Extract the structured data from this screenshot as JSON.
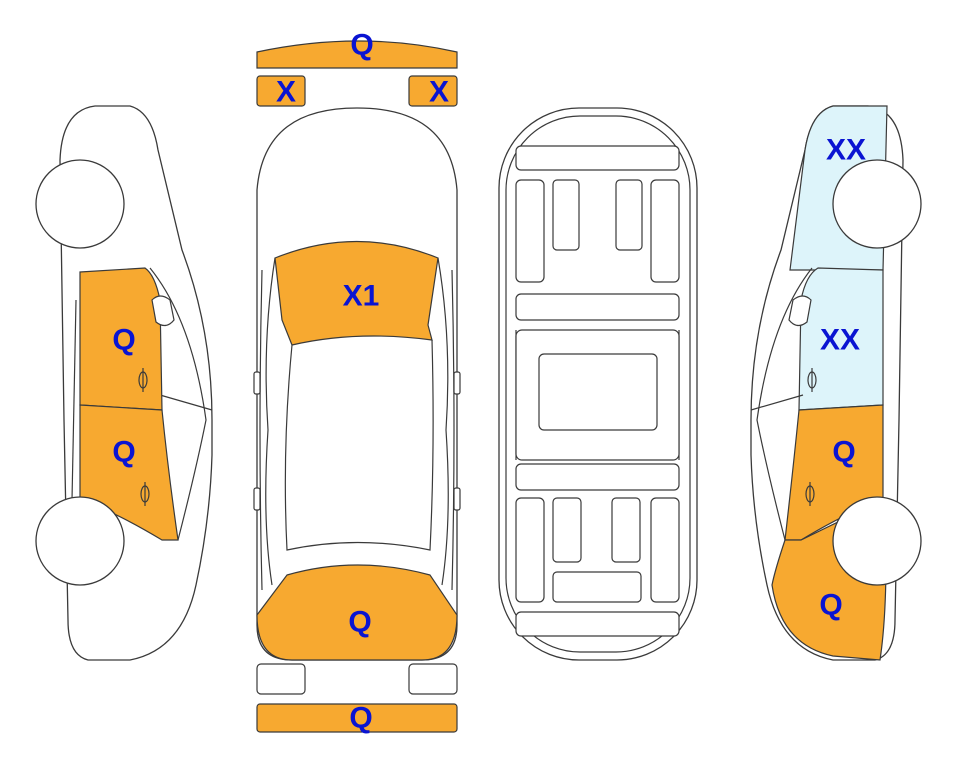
{
  "colors": {
    "damage_orange": "#F7A930",
    "light_blue": "#DDF4FA",
    "label_blue": "#0A14D2",
    "outline": "#3a3a3a"
  },
  "labels": {
    "front_bumper": "Q",
    "headlight_left": "X",
    "headlight_right": "X",
    "windshield": "X1",
    "rear_window": "Q",
    "rear_bumper": "Q",
    "left_front_door": "Q",
    "left_rear_door": "Q",
    "right_front_fender": "XX",
    "right_front_door": "XX",
    "right_rear_door": "Q",
    "right_rear_quarter": "Q"
  }
}
